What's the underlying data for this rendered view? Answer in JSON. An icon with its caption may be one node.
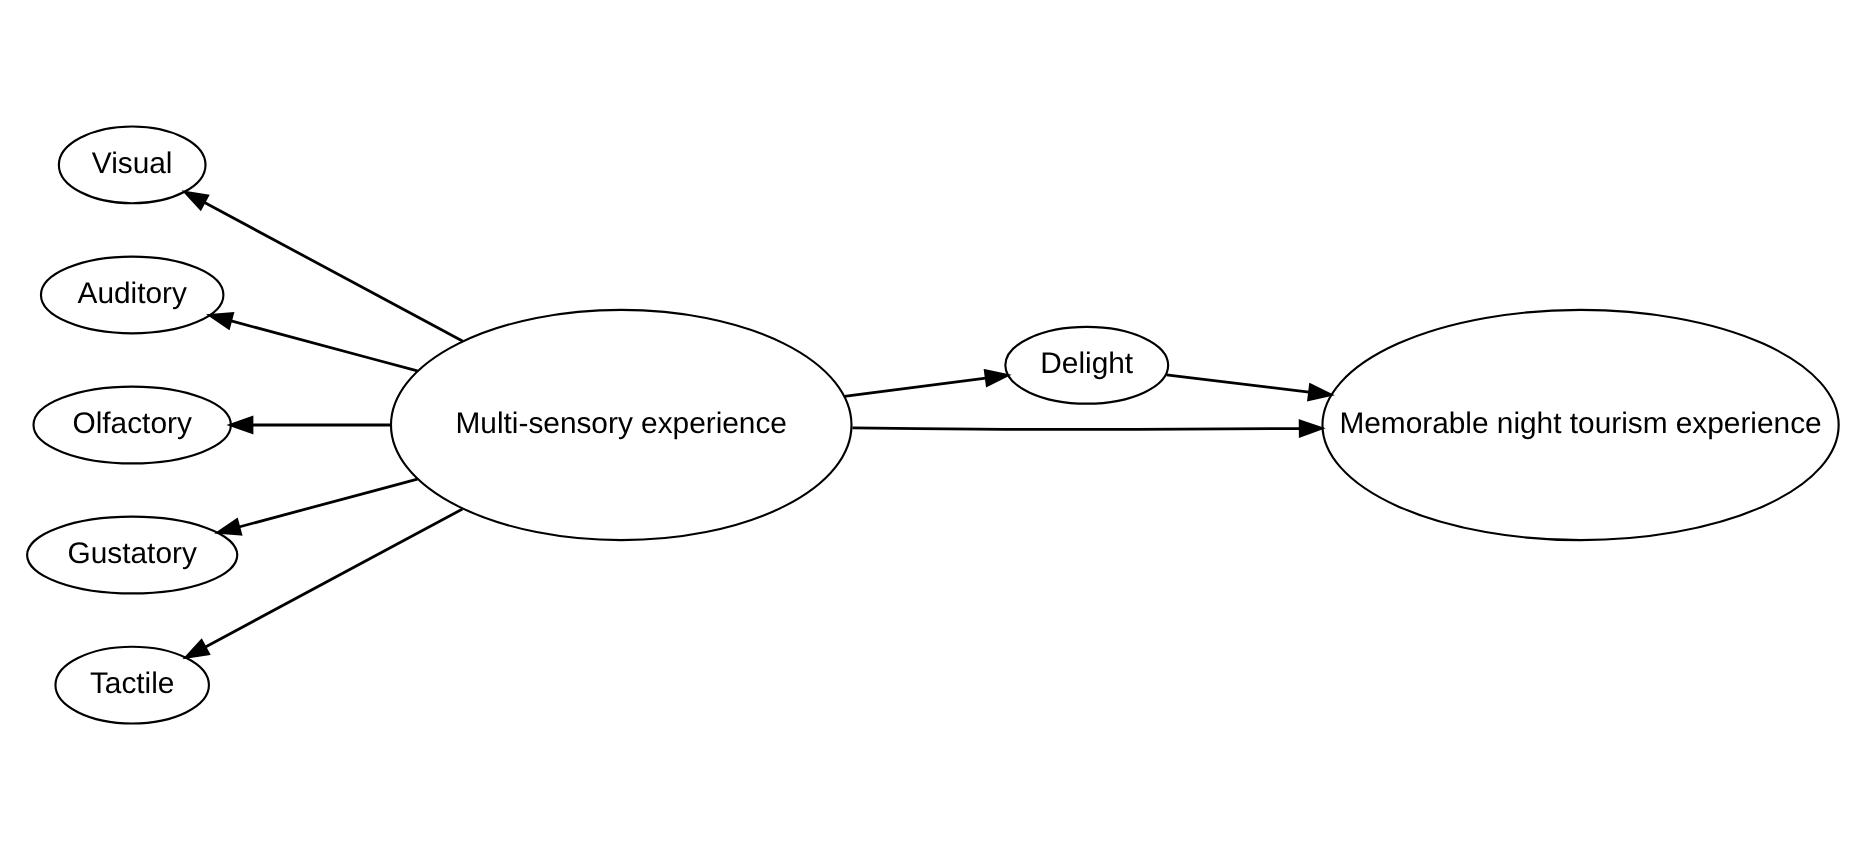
{
  "diagram": {
    "nodes": [
      {
        "text": [
          "Multi-sensory experience"
        ]
      },
      {
        "text": [
          "Visual"
        ]
      },
      {
        "text": [
          "Auditory"
        ]
      },
      {
        "text": [
          "Olfactory"
        ]
      },
      {
        "text": [
          "Gustatory"
        ]
      },
      {
        "text": [
          "Tactile"
        ]
      },
      {
        "text": [
          "Delight"
        ]
      },
      {
        "text": [
          "Memorable night tourism experience"
        ]
      }
    ],
    "edges": [
      {
        "from": 0,
        "to": 1,
        "arrow": "to"
      },
      {
        "from": 0,
        "to": 2,
        "arrow": "to"
      },
      {
        "from": 0,
        "to": 3,
        "arrow": "to"
      },
      {
        "from": 0,
        "to": 4,
        "arrow": "to"
      },
      {
        "from": 0,
        "to": 5,
        "arrow": "to"
      },
      {
        "from": 0,
        "to": 6,
        "arrow": "to"
      },
      {
        "from": 6,
        "to": 7,
        "arrow": "to"
      },
      {
        "from": 0,
        "to": 7,
        "arrow": "to"
      }
    ]
  }
}
